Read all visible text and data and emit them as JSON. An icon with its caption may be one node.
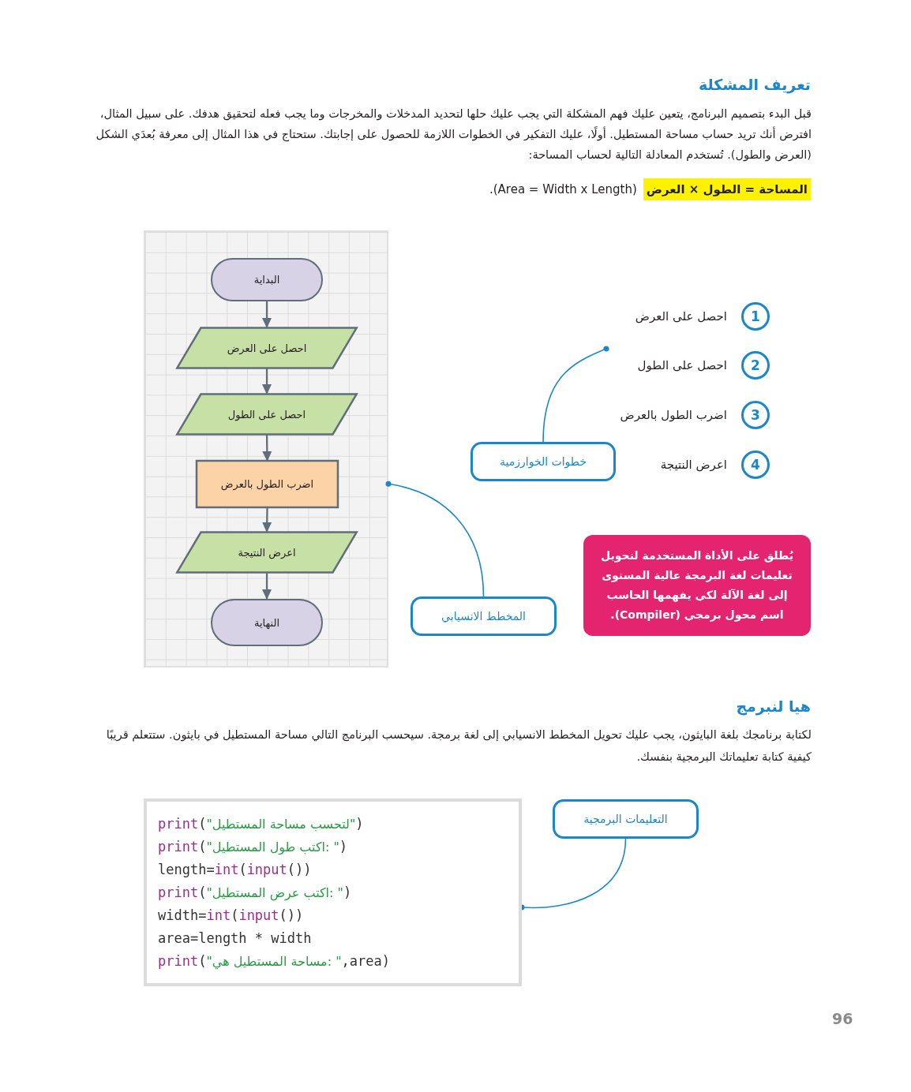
{
  "diagram": {
    "title": "تعريف المشكلة",
    "nodes": [
      {
        "text": [],
        "shape": "box"
      },
      {
        "text": [
          "البداية"
        ],
        "in": 0
      },
      {
        "text": [
          "احصل على العرض"
        ],
        "in": 0
      },
      {
        "text": [
          "احصل على الطول"
        ],
        "in": 0
      },
      {
        "text": [
          "اضرب الطول بالعرض"
        ],
        "in": 0
      },
      {
        "text": [
          "اعرض النتيجة"
        ],
        "in": 0
      },
      {
        "text": [
          "النهاية"
        ],
        "in": 0
      },
      {
        "text": [
          "1"
        ],
        "beside": [
          "احصل على العرض"
        ]
      },
      {
        "text": [
          "2"
        ],
        "beside": [
          "احصل على الطول"
        ]
      },
      {
        "text": [
          "3"
        ],
        "beside": [
          "اضرب الطول بالعرض"
        ]
      },
      {
        "text": [
          "4"
        ],
        "beside": [
          "اعرض النتيجة"
        ]
      },
      {
        "text": [
          "خطوات الخوارزمية"
        ]
      },
      {
        "text": [
          "المخطط الانسيابي"
        ]
      },
      {
        "text": [
          "يُطلق على الأداة المستخدمة لتحويل تعليمات لغة البرمجة عالية المستوى إلى لغة الآلة لكي يفهمها الحاسب اسم محول برمجي (Compiler)."
        ]
      },
      {
        "text": [
          "print(\"لتحسب مساحة المستطيل\")",
          "print(\"اكتب طول المستطيل: \")",
          "length=int(input())",
          "print(\"اكتب عرض المستطيل: \")",
          "width=int(input())",
          "area=length * width",
          "print(\"مساحة المستطيل هي: \",area)"
        ]
      },
      {
        "text": [
          "التعليمات البرمجية"
        ]
      }
    ],
    "edges": [
      {
        "from": 1,
        "to": 2,
        "arrow": "to"
      },
      {
        "from": 2,
        "to": 3,
        "arrow": "to"
      },
      {
        "from": 3,
        "to": 4,
        "arrow": "to"
      },
      {
        "from": 4,
        "to": 5,
        "arrow": "to"
      },
      {
        "from": 5,
        "to": 6,
        "arrow": "to"
      },
      {
        "from": 11,
        "to": null,
        "arrow": "other"
      },
      {
        "from": 12,
        "to": 0,
        "arrow": "other"
      },
      {
        "from": 15,
        "to": 14,
        "arrow": "other"
      }
    ],
    "labels": [
      "قبل البدء بتصميم البرنامج، يتعين عليك فهم المشكلة التي يجب عليك حلها لتحديد المدخلات والمخرجات وما يجب فعله لتحقيق هدفك. على سبيل المثال، افترض أنك تريد حساب مساحة المستطيل. أولًا، عليك التفكير في الخطوات اللازمة للحصول على إجابتك. ستحتاج في هذا المثال إلى معرفة بُعدَي الشكل (العرض والطول). تُستخدم المعادلة التالية لحساب المساحة:",
      "المساحة = الطول × العرض",
      "(Area = Width x Length).",
      "هيا لنبرمج",
      "لكتابة برنامجك بلغة البايثون، يجب عليك تحويل المخطط الانسيابي إلى لغة برمجة. سيحسب البرنامج التالي مساحة المستطيل في بايثون. ستتعلم قريبًا كيفية كتابة تعليماتك البرمجية بنفسك.",
      "96"
    ]
  }
}
